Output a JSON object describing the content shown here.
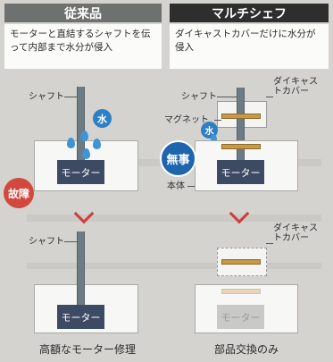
{
  "left": {
    "header": "従来品",
    "description": "モーターと直結するシャフトを伝って内部まで水分が侵入",
    "shaft_label": "シャフト",
    "water_badge": "水",
    "failure_badge": "故障",
    "motor_label": "モーター",
    "shaft_label_bottom": "シャフト",
    "motor_label_bottom": "モーター",
    "caption": "高額なモーター修理"
  },
  "right": {
    "header": "マルチシェフ",
    "description": "ダイキャストカバーだけに水分が侵入",
    "shaft_label": "シャフト",
    "diecast_label": "ダイキャストカバー",
    "magnet_label": "マグネット",
    "water_badge": "水",
    "safe_badge": "無事",
    "motor_label": "モーター",
    "body_label": "本体",
    "diecast_label_bottom": "ダイキャストカバー",
    "motor_label_bottom": "モーター",
    "caption": "部品交換のみ"
  },
  "colors": {
    "background": "#d4d3cf",
    "left_header": "#6f7170",
    "right_header": "#2e2e2f",
    "motor": "#3c4a63",
    "water": "#3d94d6",
    "failure": "#d2483e",
    "safe": "#1e65b0",
    "chevron": "#cf3d3a",
    "magnet": "#c69a48"
  }
}
